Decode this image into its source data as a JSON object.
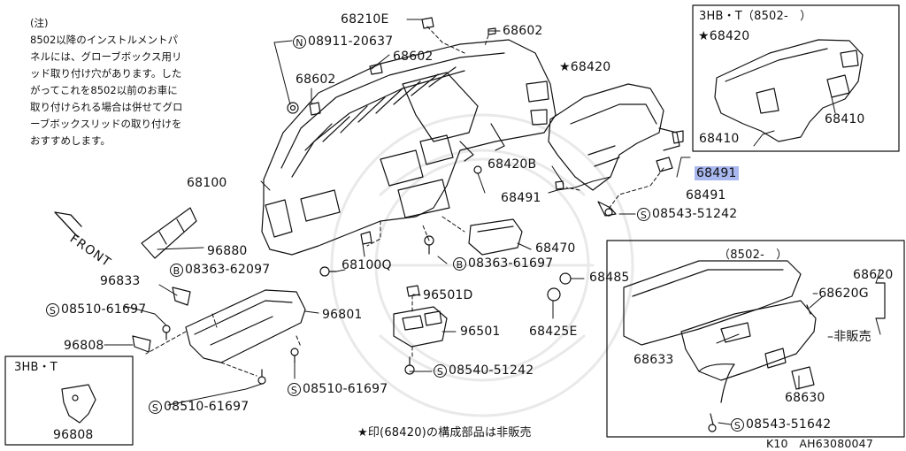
{
  "note": {
    "heading": "(注)",
    "lines": [
      "8502以降のインストルメントパ",
      "ネルには、グローブボックス用リ",
      "ッド取り付け穴があります。した",
      "がってこれを8502以前のお車に",
      "取り付けられる場合は併せてグロ",
      "ーブボックスリッドの取り付けを",
      "おすすめします。"
    ]
  },
  "labels": {
    "p68210E": "68210E",
    "p68602a": "68602",
    "p08911": "08911-20637",
    "p08911_sym": "N",
    "p68602b": "68602",
    "p68602c": "68602",
    "p68420main": "68420",
    "p68100": "68100",
    "p68420B": "68420B",
    "p68491a": "68491",
    "p68491b": "68491",
    "p68491c": "68491",
    "p08543_51242": "08543-51242",
    "p96880": "96880",
    "p08363_62097": "08363-62097",
    "p68100Q": "68100Q",
    "p08363_61697": "08363-61697",
    "p68470": "68470",
    "p96833": "96833",
    "p96501D": "96501D",
    "p68485": "68485",
    "p08510_61697a": "08510-61697",
    "p96801": "96801",
    "p96808a": "96808",
    "p96501": "96501",
    "p68425E": "68425E",
    "p08540_51242": "08540-51242",
    "p08510_61697b": "08510-61697",
    "p08510_61697c": "08510-61697",
    "p96808b": "96808",
    "p68633": "68633",
    "p68630": "68630",
    "p08543_51642": "08543-51642",
    "p68620": "68620",
    "p68620G": "68620G",
    "not_sold": "非販売",
    "inset_68420": "68420",
    "inset_68410a": "68410",
    "inset_68410b": "68410",
    "sym_B": "B",
    "sym_S": "S"
  },
  "boxes": {
    "top_right_title": "3HB・T（8502-　）",
    "glovebox_title": "（8502-　）",
    "bottom_left_title": "3HB・T"
  },
  "front_label": "FRONT",
  "star": "★",
  "footer_note": "★印(68420)の構成部品は非販売",
  "code": "K10　AH63080047",
  "colors": {
    "highlight": "#a9b8ef",
    "ink": "#111111"
  }
}
